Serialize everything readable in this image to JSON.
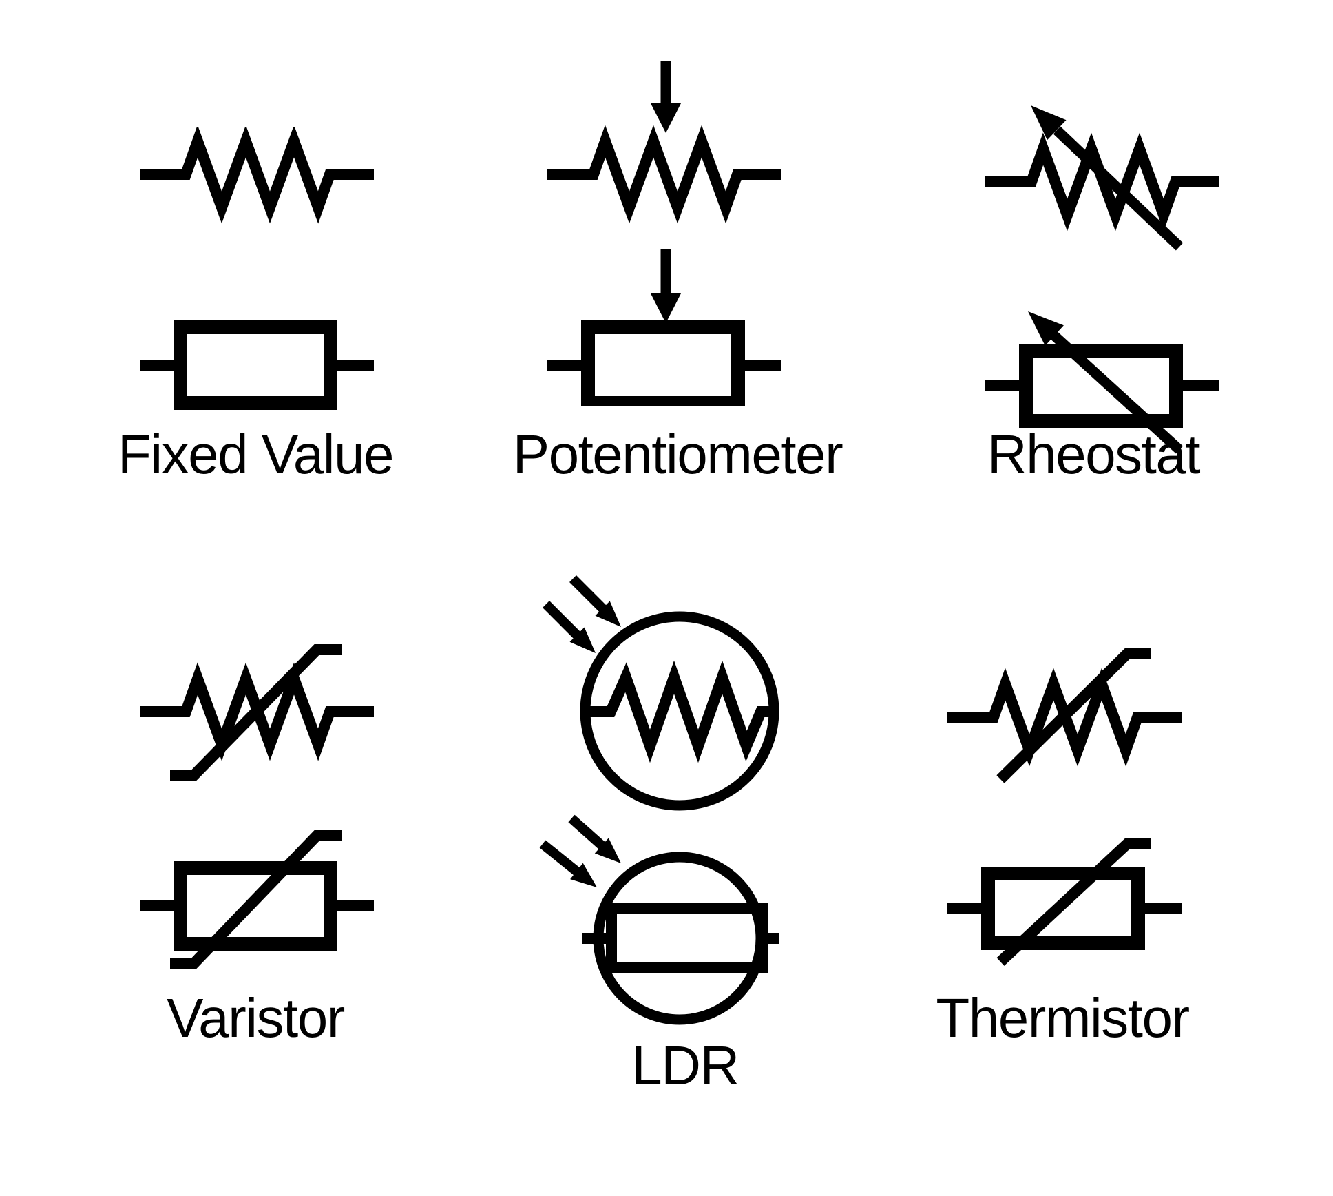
{
  "figure": {
    "title_visible": false,
    "background": "#ffffff",
    "ink": "#000000",
    "groups": [
      {
        "id": "fixed-value",
        "label": "Fixed Value",
        "symbols": [
          "zigzag-resistor",
          "rectangle-resistor"
        ]
      },
      {
        "id": "potentiometer",
        "label": "Potentiometer",
        "symbols": [
          "zigzag-resistor-with-down-arrow",
          "rectangle-resistor-with-down-arrow"
        ]
      },
      {
        "id": "rheostat",
        "label": "Rheostat",
        "symbols": [
          "zigzag-resistor-with-diagonal-arrow",
          "rectangle-resistor-with-diagonal-arrow"
        ]
      },
      {
        "id": "varistor",
        "label": "Varistor",
        "symbols": [
          "zigzag-resistor-with-hooked-diagonal",
          "rectangle-resistor-with-hooked-diagonal"
        ]
      },
      {
        "id": "ldr",
        "label": "LDR",
        "symbols": [
          "circled-zigzag-resistor-with-light-arrows",
          "circled-rectangle-resistor-with-light-arrows"
        ]
      },
      {
        "id": "thermistor",
        "label": "Thermistor",
        "symbols": [
          "zigzag-resistor-with-bent-diagonal",
          "rectangle-resistor-with-bent-diagonal"
        ]
      }
    ]
  }
}
